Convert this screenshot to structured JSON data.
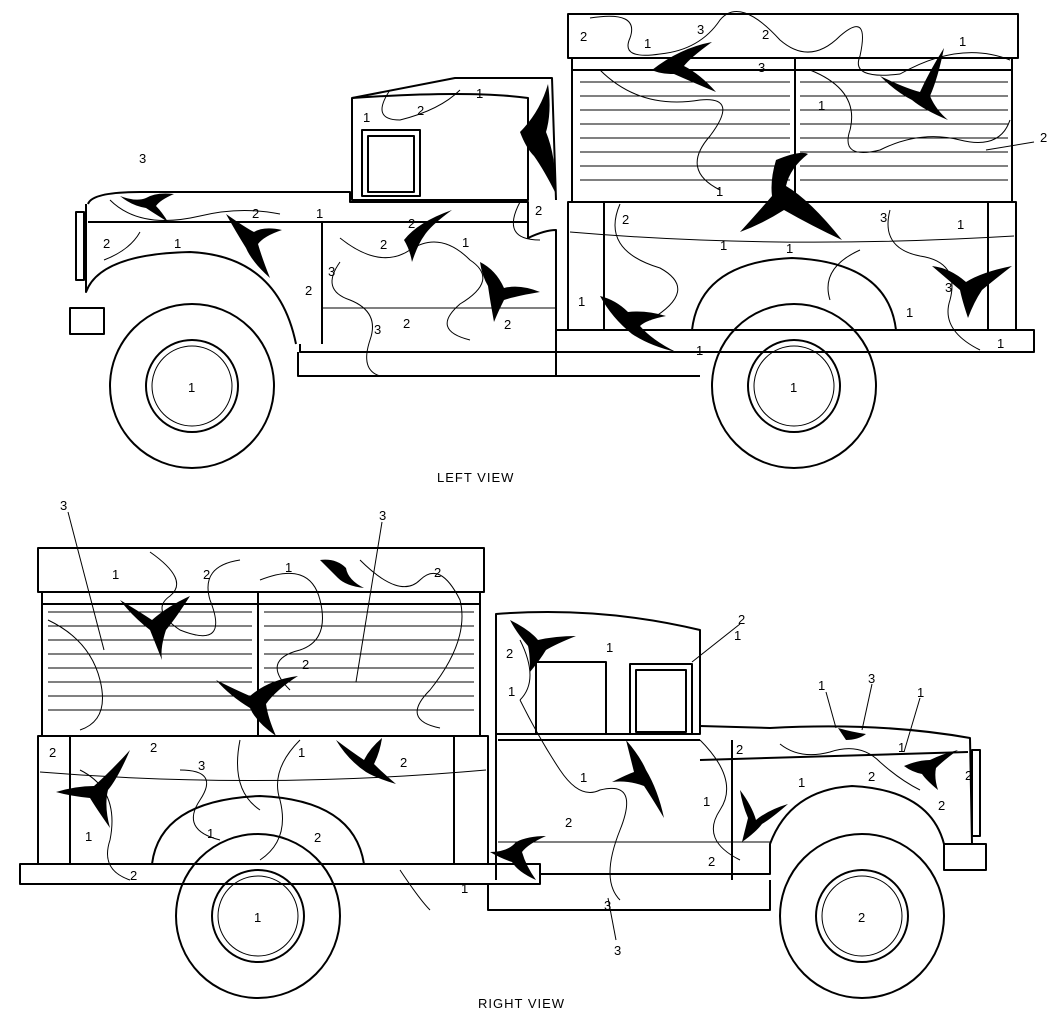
{
  "captions": {
    "left": "LEFT VIEW",
    "right": "RIGHT VIEW"
  },
  "left_view": {
    "labels": {
      "l01": "2",
      "l02": "1",
      "l03": "3",
      "l04": "2",
      "l05": "1",
      "l06": "3",
      "l07": "1",
      "l08": "1",
      "l09": "2",
      "l10": "1",
      "l11": "1",
      "l12": "1",
      "l13": "2",
      "l14": "3",
      "l15": "1",
      "l16": "2",
      "l17": "1",
      "l18": "2",
      "l19": "1",
      "l20": "2",
      "l21": "1",
      "l22": "2",
      "l23": "3",
      "l24": "2",
      "l25": "1",
      "l26": "3",
      "l27": "2",
      "l28": "1",
      "l29": "2",
      "l30": "2",
      "l31": "3",
      "l32": "1",
      "l33": "1",
      "l34": "3",
      "l35": "1",
      "l36": "1",
      "l37": "1",
      "l38": "1",
      "l39": "2"
    }
  },
  "right_view": {
    "labels": {
      "r01": "3",
      "r02": "3",
      "r03": "1",
      "r04": "2",
      "r05": "1",
      "r06": "2",
      "r07": "2",
      "r08": "2",
      "r09": "1",
      "r10": "2",
      "r11": "1",
      "r12": "2",
      "r13": "3",
      "r14": "2",
      "r15": "1",
      "r16": "2",
      "r17": "1",
      "r18": "2",
      "r19": "1",
      "r20": "1",
      "r21": "2",
      "r22": "1",
      "r23": "2",
      "r24": "1",
      "r25": "3",
      "r26": "1",
      "r27": "1",
      "r28": "2",
      "r29": "2",
      "r30": "1",
      "r31": "2",
      "r32": "2",
      "r33": "1",
      "r34": "3",
      "r35": "1",
      "r36": "2",
      "r37": "2",
      "r38": "1",
      "r39": "3"
    }
  }
}
